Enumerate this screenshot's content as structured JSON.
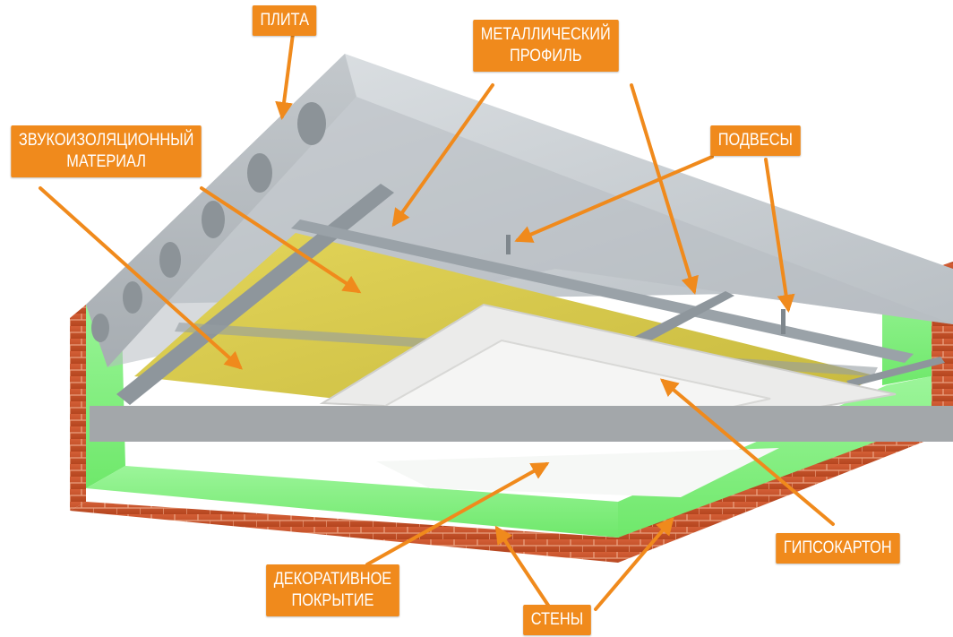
{
  "labels": {
    "plita": "ПЛИТА",
    "profile_line1": "МЕТАЛЛИЧЕСКИЙ",
    "profile_line2": "ПРОФИЛЬ",
    "insulation_line1": "ЗВУКОИЗОЛЯЦИОННЫЙ",
    "insulation_line2": "МАТЕРИАЛ",
    "hangers": "ПОДВЕСЫ",
    "drywall": "ГИПСОКАРТОН",
    "coating_line1": "ДЕКОРАТИВНОЕ",
    "coating_line2": "ПОКРЫТИЕ",
    "walls": "СТЕНЫ"
  },
  "colors": {
    "label_bg": "#f08a1c",
    "label_text": "#ffffff",
    "arrow": "#f08a1c",
    "concrete": "#c9ced3",
    "insulation": "#d6c94a",
    "profile": "#8e969c",
    "drywall": "#e7e7e5",
    "wall_paint": "#7df07a",
    "brick": "#c4502a"
  }
}
